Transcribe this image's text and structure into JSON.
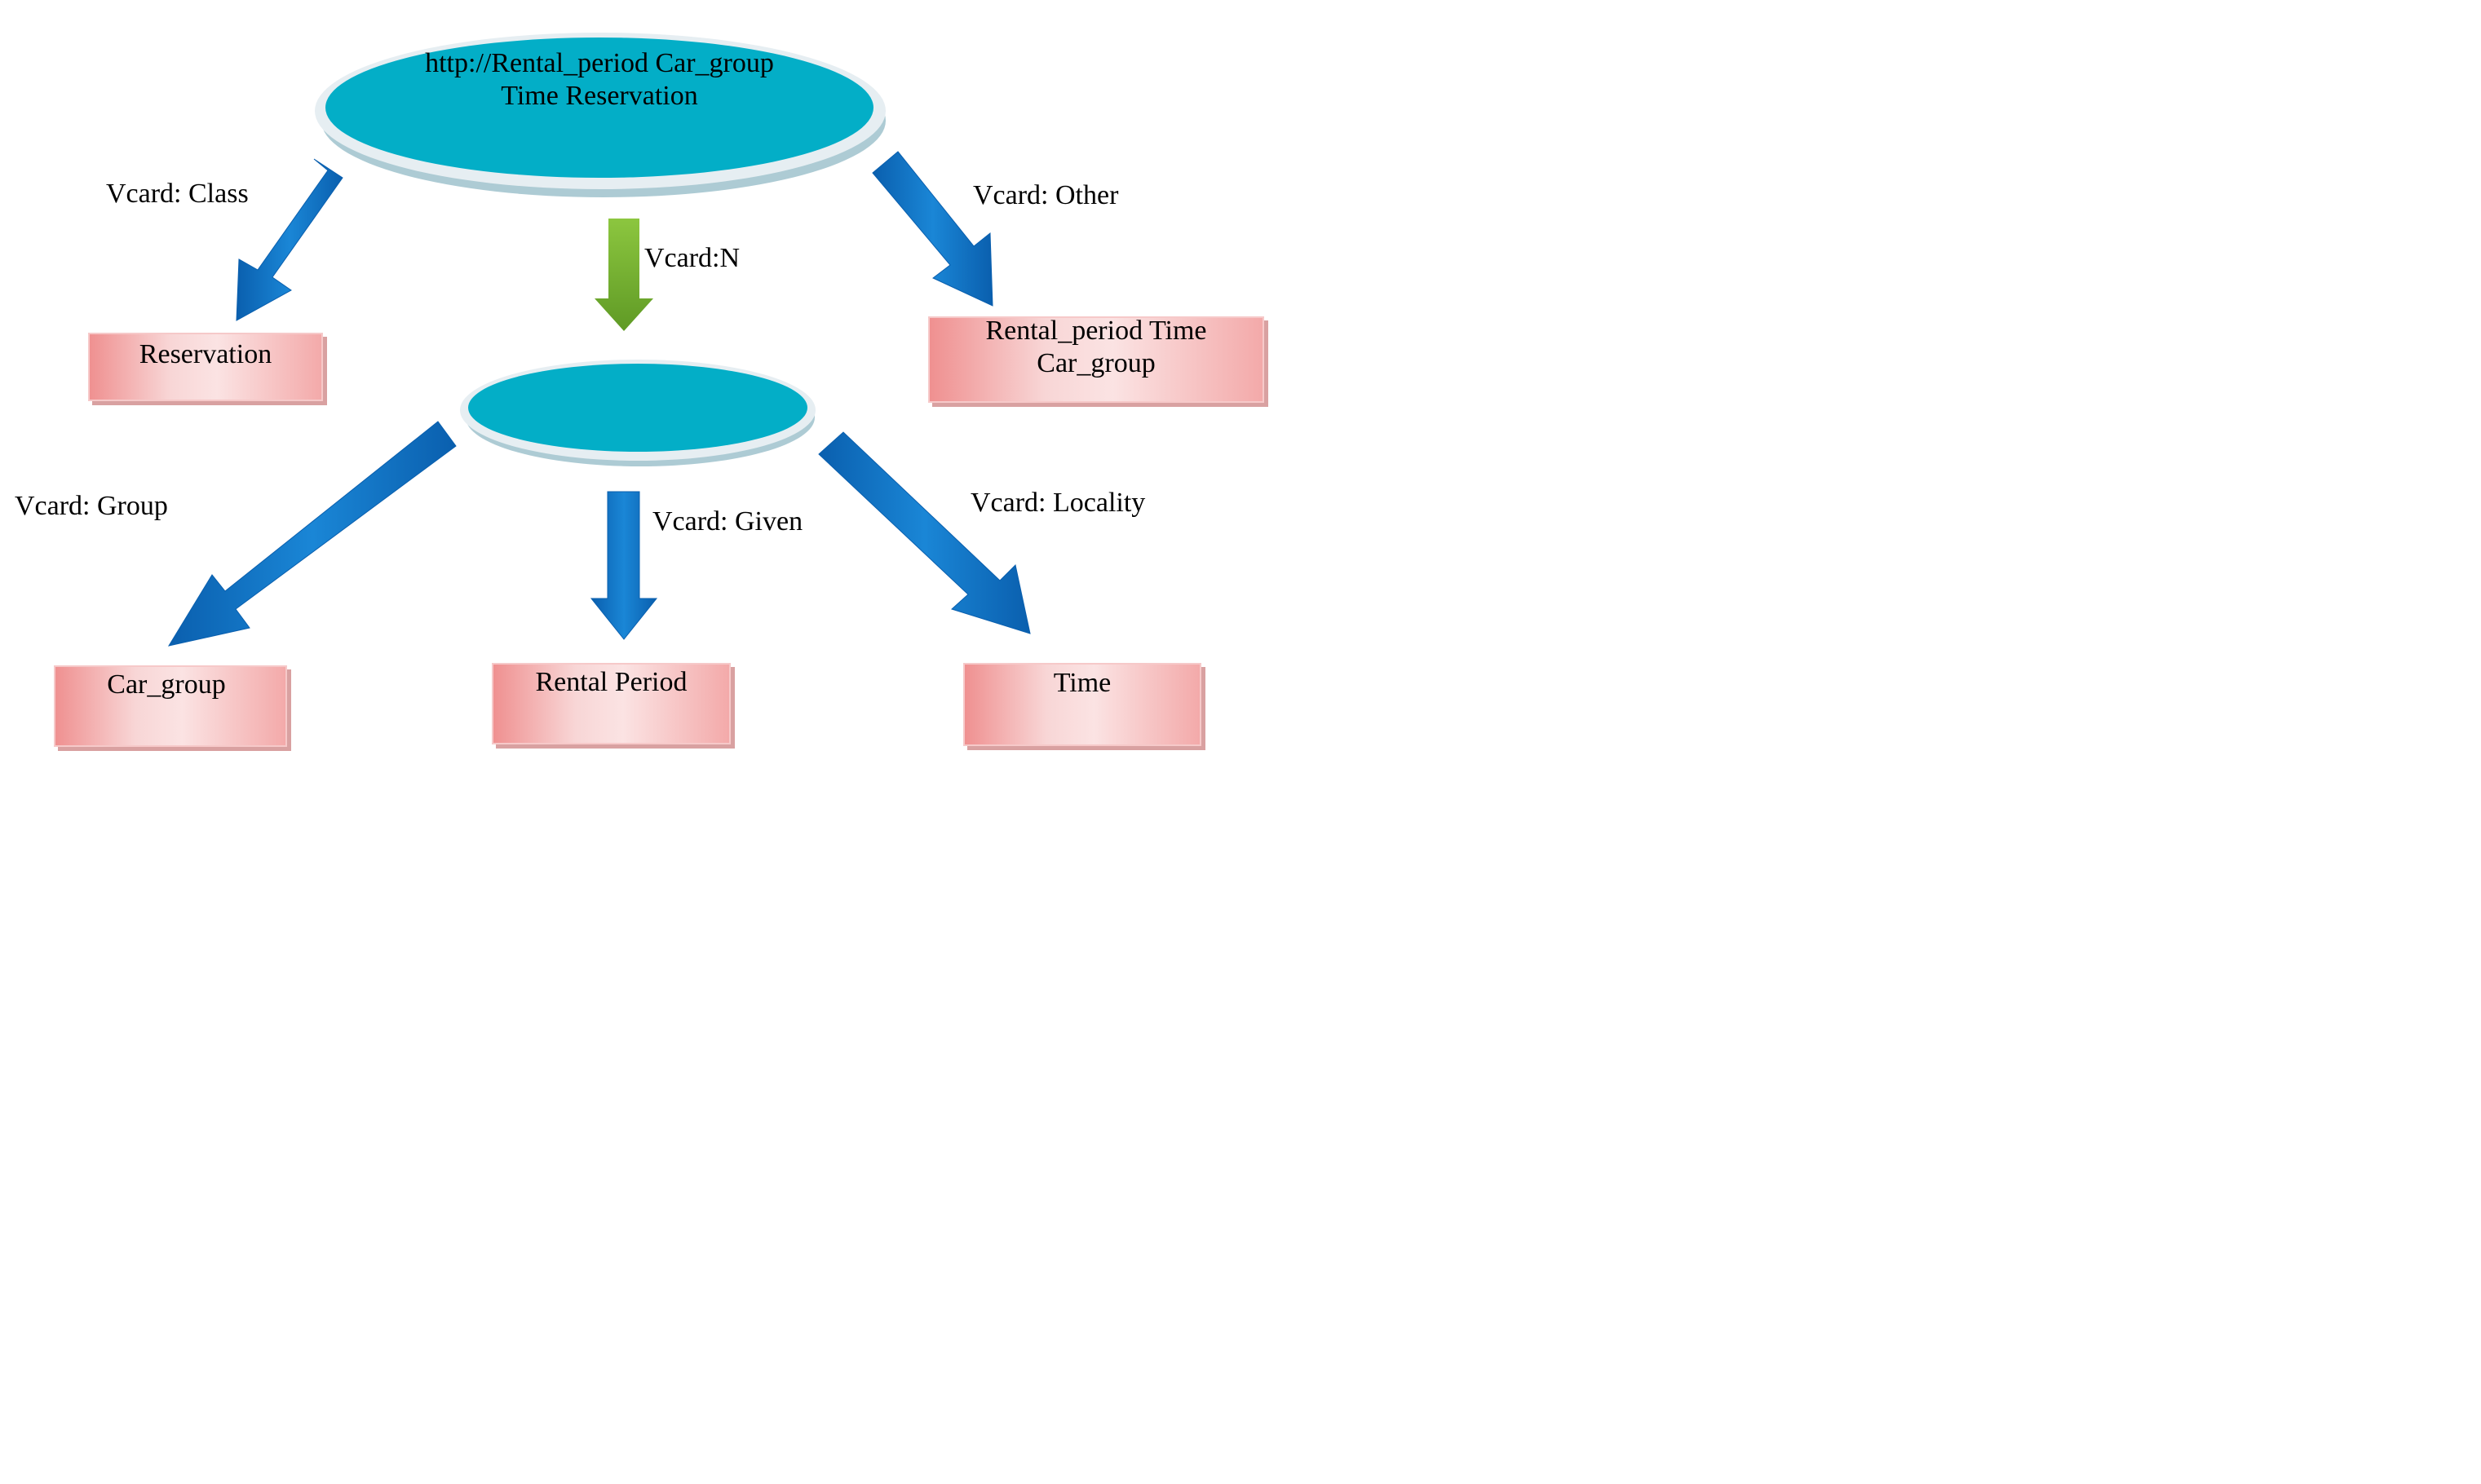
{
  "nodes": {
    "root": {
      "line1": "http://Rental_period Car_group",
      "line2": "Time Reservation",
      "color": "#03aec7"
    },
    "blank": {
      "color": "#03aec7"
    },
    "reservation": "Reservation",
    "rental_period_time": {
      "line1": "Rental_period Time",
      "line2": "Car_group"
    },
    "car_group": "Car_group",
    "rental_period": "Rental Period",
    "time": "Time"
  },
  "edges": {
    "class": "Vcard: Class",
    "n": "Vcard:N",
    "other": "Vcard: Other",
    "group": "Vcard: Group",
    "given": "Vcard: Given",
    "locality": "Vcard: Locality"
  },
  "colors": {
    "blue_arrow": "#0a6fc0",
    "green_arrow": "#7cb62e",
    "box_pink": "#f3a9a9"
  }
}
